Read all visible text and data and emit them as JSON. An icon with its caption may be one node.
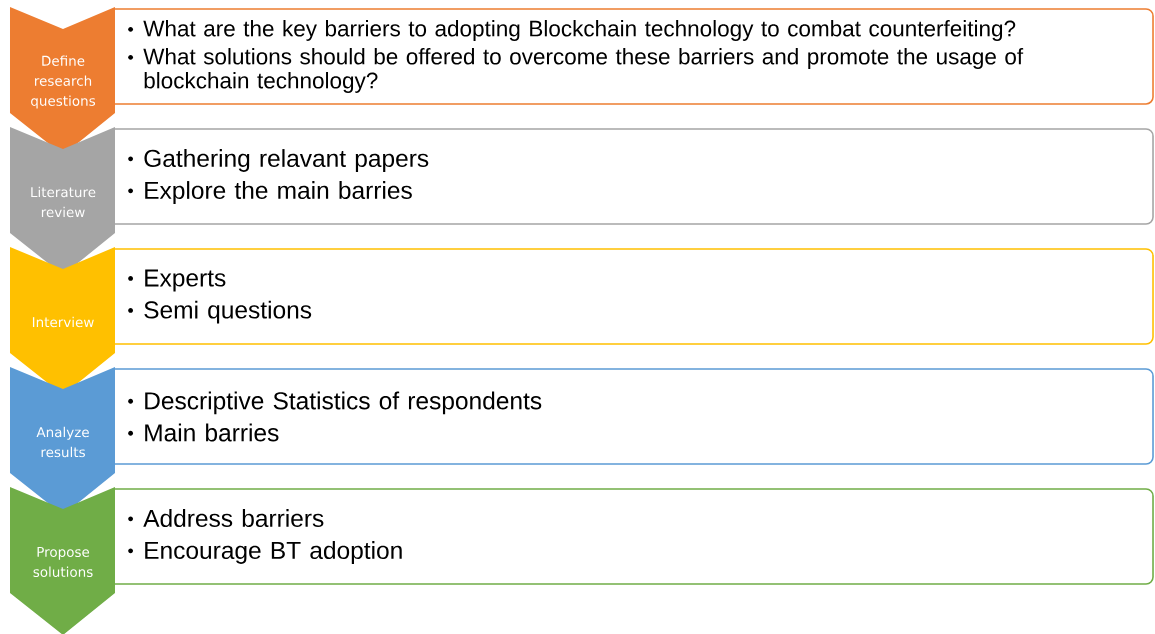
{
  "diagram": {
    "nodes": [
      {
        "text": [
          "Define research questions"
        ]
      },
      {
        "text": [
          "What are the key barriers to adopting Blockchain technology to combat counterfeiting?",
          "What solutions should be offered to overcome these barriers and promote the usage of blockchain technology?"
        ]
      },
      {
        "text": [
          "Literature review"
        ]
      },
      {
        "text": [
          "Gathering relavant papers",
          "Explore the main barries"
        ]
      },
      {
        "text": [
          "Interview"
        ]
      },
      {
        "text": [
          "Experts",
          "Semi questions"
        ]
      },
      {
        "text": [
          "Analyze results"
        ]
      },
      {
        "text": [
          "Descriptive Statistics of respondents",
          "Main barries"
        ]
      },
      {
        "text": [
          "Propose solutions"
        ]
      },
      {
        "text": [
          "Address barriers",
          "Encourage  BT adoption"
        ]
      }
    ]
  }
}
